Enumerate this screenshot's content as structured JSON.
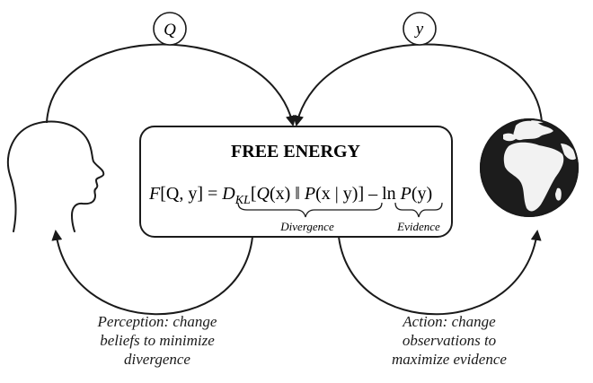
{
  "title": "FREE ENERGY",
  "equation": {
    "lhs_f": "F",
    "lhs_args": "[Q, y] = ",
    "d": "D",
    "kl": "KL",
    "bracket_open": "[",
    "q": "Q",
    "qx": "(x) ‖ ",
    "p1": "P",
    "px_y": "(x | y)] – ln ",
    "p2": "P",
    "py": "(y)"
  },
  "labels": {
    "divergence": "Divergence",
    "evidence": "Evidence",
    "q_node": "Q",
    "y_node": "y"
  },
  "captions": {
    "perception": [
      "Perception: change",
      "beliefs to minimize",
      "divergence"
    ],
    "action": [
      "Action: change",
      "observations to",
      "maximize evidence"
    ]
  },
  "icons": {
    "head": "head-profile-icon",
    "world": "globe-icon"
  },
  "colors": {
    "stroke": "#1a1a1a",
    "globe_land": "#f2f2f2",
    "globe_ocean": "#1c1c1c"
  }
}
